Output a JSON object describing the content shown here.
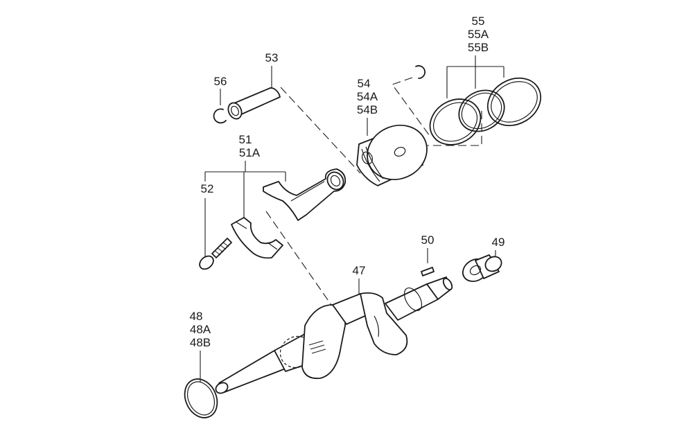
{
  "callouts": {
    "c47": "47",
    "c48": "48",
    "c48a": "48A",
    "c48b": "48B",
    "c49": "49",
    "c50": "50",
    "c51": "51",
    "c51a": "51A",
    "c52": "52",
    "c53": "53",
    "c54": "54",
    "c54a": "54A",
    "c54b": "54B",
    "c55": "55",
    "c55a": "55A",
    "c55b": "55B",
    "c56": "56"
  },
  "colors": {
    "line": "#1a1a1a",
    "background": "#ffffff"
  }
}
